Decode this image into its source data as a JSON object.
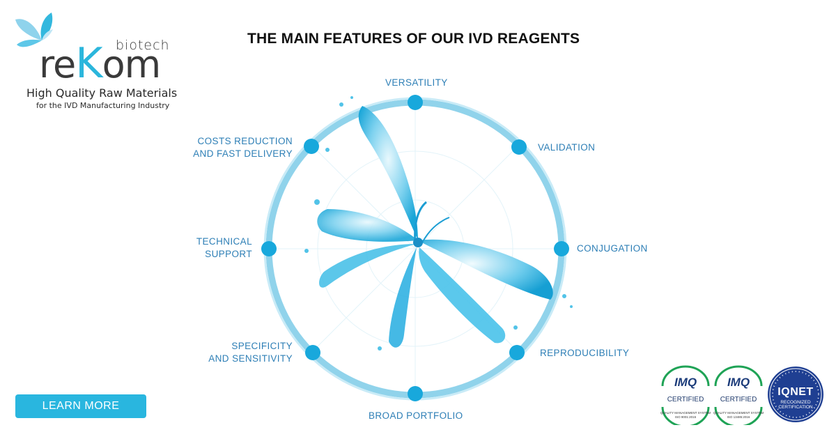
{
  "brand": {
    "sub": "biotech",
    "name_pre": "re",
    "name_k": "K",
    "name_post": "om",
    "tagline1": "High Quality Raw Materials",
    "tagline2": "for the IVD Manufacturing Industry"
  },
  "headline": "THE MAIN FEATURES OF OUR IVD REAGENTS",
  "features": {
    "versatility": "VERSATILITY",
    "validation": "VALIDATION",
    "conjugation": "CONJUGATION",
    "reproducibility": "REPRODUCIBILITY",
    "broad_portfolio": "BROAD PORTFOLIO",
    "specificity_1": "SPECIFICITY",
    "specificity_2": "AND SENSITIVITY",
    "technical_1": "TECHNICAL",
    "technical_2": "SUPPORT",
    "costs_1": "COSTS REDUCTION",
    "costs_2": "AND FAST DELIVERY"
  },
  "cta": {
    "learn_more": "LEARN MORE"
  },
  "certifications": {
    "imq1": {
      "logo": "IMQ",
      "label": "CERTIFIED",
      "sub1": "QUALITY MANAGEMENT SYSTEM",
      "sub2": "ISO 9001:2015"
    },
    "imq2": {
      "logo": "IMQ",
      "label": "CERTIFIED",
      "sub1": "QUALITY MANAGEMENT SYSTEM",
      "sub2": "ISO 13485:2016"
    },
    "iqnet": {
      "logo": "IQNET",
      "line1": "RECOGNIZED",
      "line2": "CERTIFICATION"
    }
  },
  "colors": {
    "accent": "#29b6df",
    "ring": "#6fc6e6",
    "dot": "#18a8dc",
    "label": "#2e7fb6",
    "headline": "#111111"
  },
  "icons": {
    "logo_mark": "butterfly-icon",
    "center": "water-butterfly-illustration"
  }
}
